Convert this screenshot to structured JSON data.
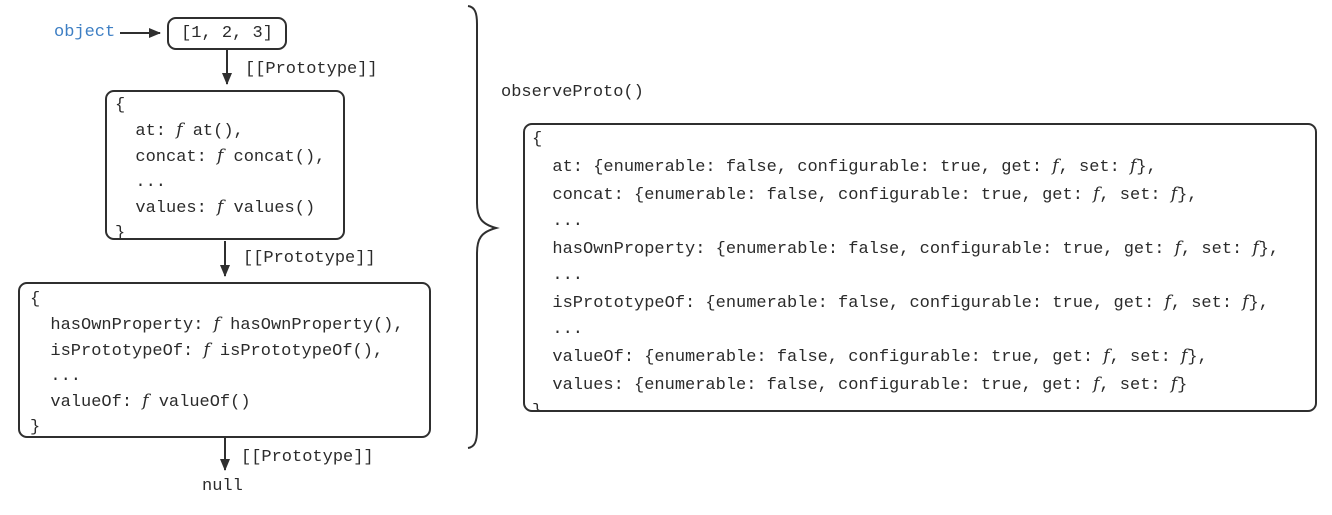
{
  "diagram": {
    "object_label": "object",
    "null_label": "null",
    "array_box": {
      "text": "[1, 2, 3]"
    },
    "edges": {
      "labels": [
        "[[Prototype]]",
        "[[Prototype]]",
        "[[Prototype]]"
      ]
    },
    "array_prototype_box": {
      "lines": [
        "{",
        "  at: ƒ at(),",
        "  concat: ƒ concat(),",
        "  ...",
        "  values: ƒ values()",
        "}"
      ]
    },
    "object_prototype_box": {
      "lines": [
        "{",
        "  hasOwnProperty: ƒ hasOwnProperty(),",
        "  isPrototypeOf: ƒ isPrototypeOf(),",
        "  ...",
        "  valueOf: ƒ valueOf()",
        "}"
      ]
    },
    "observe_proto": {
      "title": "observeProto()",
      "box": {
        "lines": [
          "{",
          "  at: {enumerable: false, configurable: true, get: ƒ, set: ƒ},",
          "  concat: {enumerable: false, configurable: true, get: ƒ, set: ƒ},",
          "  ...",
          "  hasOwnProperty: {enumerable: false, configurable: true, get: ƒ, set: ƒ},",
          "  ...",
          "  isPrototypeOf: {enumerable: false, configurable: true, get: ƒ, set: ƒ},",
          "  ...",
          "  valueOf: {enumerable: false, configurable: true, get: ƒ, set: ƒ},",
          "  values: {enumerable: false, configurable: true, get: ƒ, set: ƒ}",
          "}"
        ]
      }
    },
    "colors": {
      "accent_blue": "#3e7fc4",
      "stroke": "#2f2f2f",
      "text": "#2b2b2b",
      "background": "#ffffff"
    }
  }
}
